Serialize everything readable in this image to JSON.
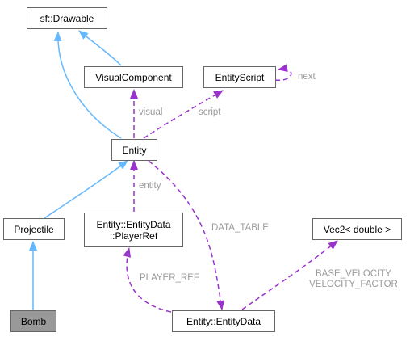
{
  "nodes": {
    "drawable": "sf::Drawable",
    "visual_component": "VisualComponent",
    "entity_script": "EntityScript",
    "entity": "Entity",
    "projectile": "Projectile",
    "player_ref_line1": "Entity::EntityData",
    "player_ref_line2": "::PlayerRef",
    "vec2": "Vec2< double >",
    "bomb": "Bomb",
    "entity_data": "Entity::EntityData"
  },
  "edge_labels": {
    "next": "next",
    "visual": "visual",
    "script": "script",
    "entity": "entity",
    "data_table": "DATA_TABLE",
    "player_ref": "PLAYER_REF",
    "base_velocity": "BASE_VELOCITY",
    "velocity_factor": "VELOCITY_FACTOR"
  },
  "colors": {
    "inheritance": "#63b8ff",
    "usage": "#9a32cd",
    "label": "#9a9a9a",
    "border": "#666666",
    "active_fill": "#999999"
  }
}
